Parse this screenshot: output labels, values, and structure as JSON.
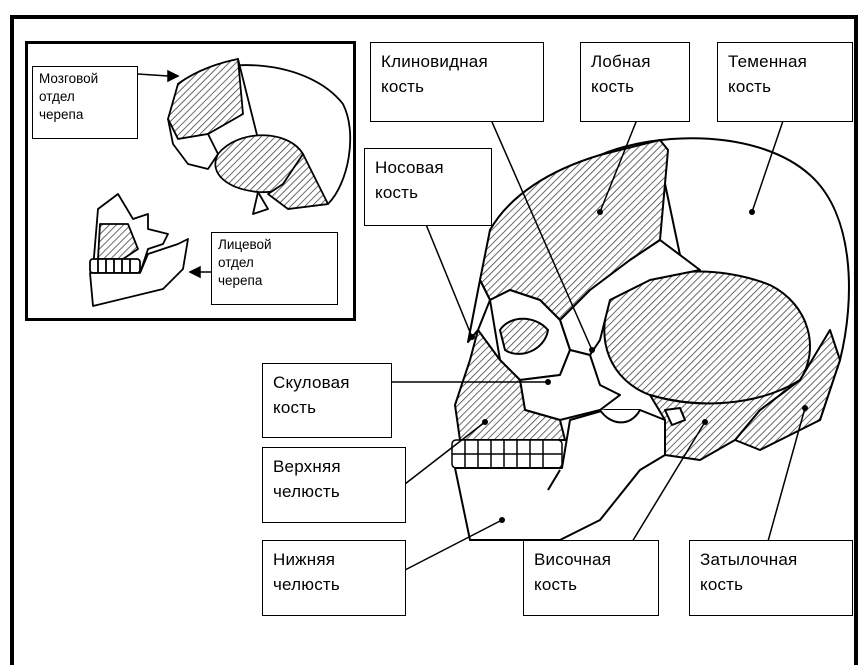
{
  "inset": {
    "brain_label": [
      "Мозговой",
      "отдел",
      "черепа"
    ],
    "face_label": [
      "Лицевой",
      "отдел",
      "черепа"
    ]
  },
  "labels": {
    "sphenoid": [
      "Клиновидная",
      "кость"
    ],
    "frontal": [
      "Лобная",
      "кость"
    ],
    "parietal": [
      "Теменная",
      "кость"
    ],
    "nasal": [
      "Носовая",
      "кость"
    ],
    "zygomatic": [
      "Скуловая",
      "кость"
    ],
    "maxilla": [
      "Верхняя",
      "челюсть"
    ],
    "mandible": [
      "Нижняя",
      "челюсть"
    ],
    "temporal": [
      "Височная",
      "кость"
    ],
    "occipital": [
      "Затылочная",
      "кость"
    ]
  },
  "colors": {
    "line": "#000000",
    "fill": "#ffffff",
    "hatch": "#555555"
  }
}
